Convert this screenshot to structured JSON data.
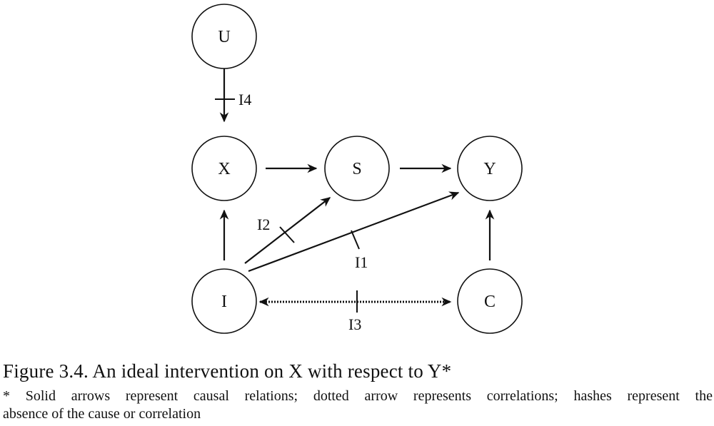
{
  "diagram": {
    "nodes": [
      {
        "id": "U",
        "label": "U"
      },
      {
        "id": "X",
        "label": "X"
      },
      {
        "id": "S",
        "label": "S"
      },
      {
        "id": "Y",
        "label": "Y"
      },
      {
        "id": "I",
        "label": "I"
      },
      {
        "id": "C",
        "label": "C"
      }
    ],
    "edges": [
      {
        "from": "U",
        "to": "X",
        "style": "solid",
        "hashed": true,
        "label": "I4"
      },
      {
        "from": "X",
        "to": "S",
        "style": "solid",
        "hashed": false
      },
      {
        "from": "S",
        "to": "Y",
        "style": "solid",
        "hashed": false
      },
      {
        "from": "I",
        "to": "X",
        "style": "solid",
        "hashed": false
      },
      {
        "from": "I",
        "to": "S",
        "style": "solid",
        "hashed": true,
        "label": "I2"
      },
      {
        "from": "I",
        "to": "Y",
        "style": "solid",
        "hashed": true,
        "label": "I1"
      },
      {
        "from": "I",
        "to": "C",
        "style": "dotted",
        "bidirectional": true,
        "hashed": true,
        "label": "I3"
      },
      {
        "from": "C",
        "to": "Y",
        "style": "solid",
        "hashed": false
      }
    ],
    "intervention_labels": {
      "i1": "I1",
      "i2": "I2",
      "i3": "I3",
      "i4": "I4"
    }
  },
  "caption": "Figure 3.4.  An ideal intervention on X with respect to Y*",
  "footnote_line1": "* Solid arrows represent causal relations; dotted arrow represents correlations; hashes represent the",
  "footnote_line2": "absence of the cause or correlation"
}
